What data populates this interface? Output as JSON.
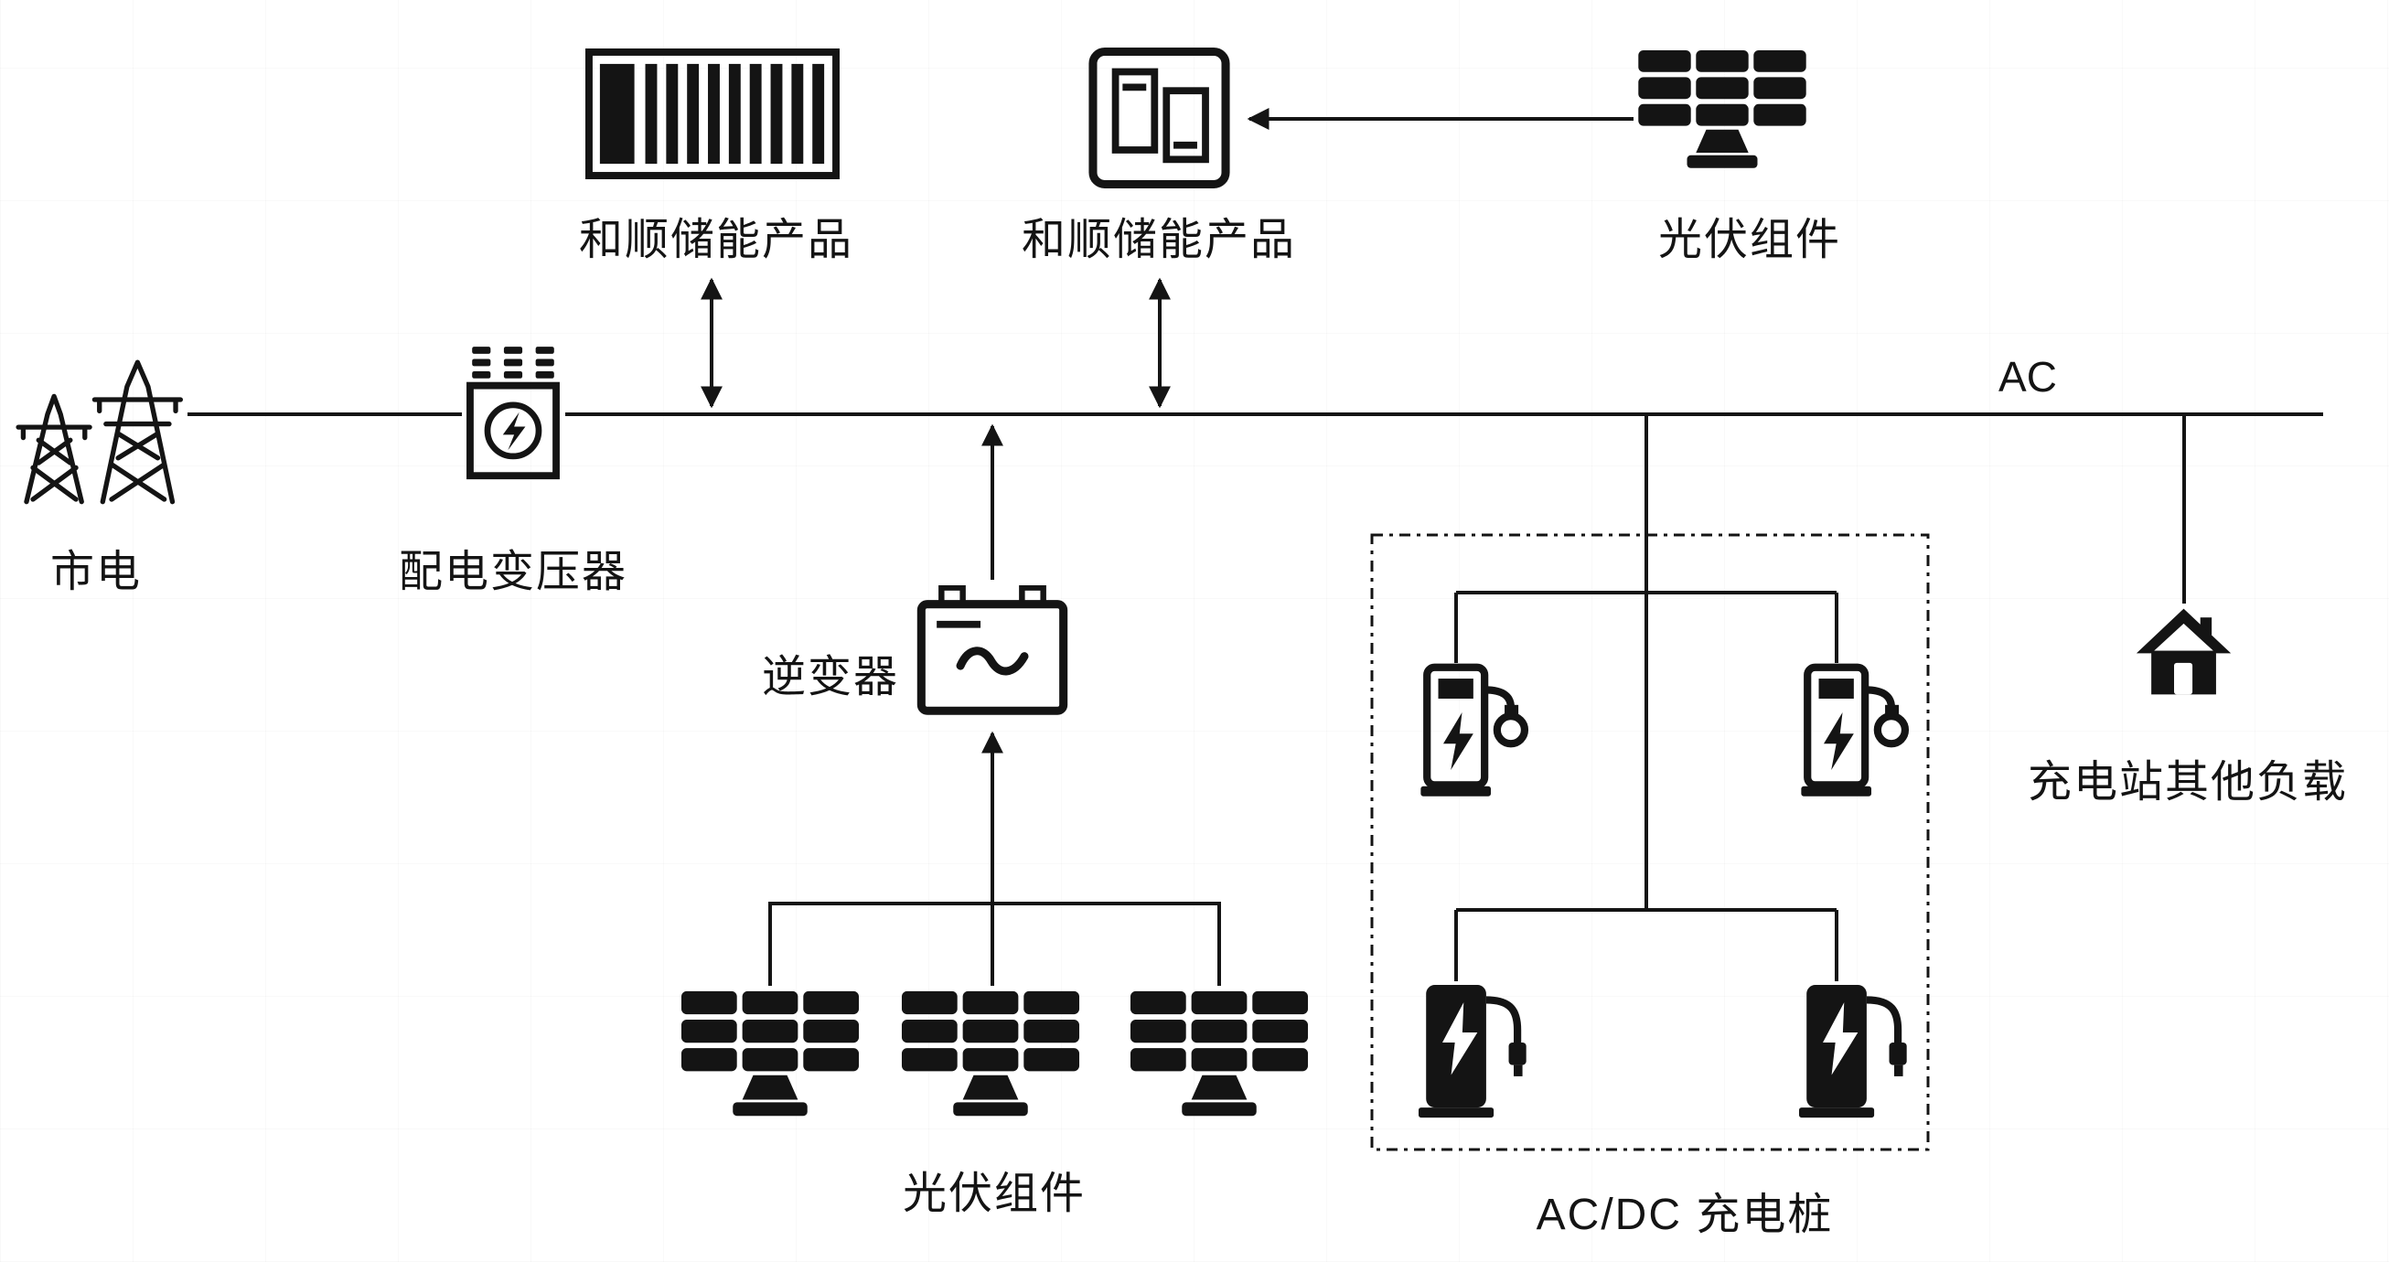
{
  "diagram": {
    "bus": {
      "label": "AC"
    },
    "nodes": {
      "utility": {
        "label": "市电"
      },
      "transformer": {
        "label": "配电变压器"
      },
      "storage_cabinet": {
        "label": "和顺储能产品"
      },
      "storage_converter": {
        "label": "和顺储能产品"
      },
      "pv_top": {
        "label": "光伏组件"
      },
      "inverter": {
        "label": "逆变器"
      },
      "pv_bottom": {
        "label": "光伏组件"
      },
      "charger_group": {
        "label": "AC/DC 充电桩"
      },
      "other_load": {
        "label": "充电站其他负载"
      }
    },
    "colors": {
      "line": "#141414",
      "background": "#ffffff"
    }
  }
}
